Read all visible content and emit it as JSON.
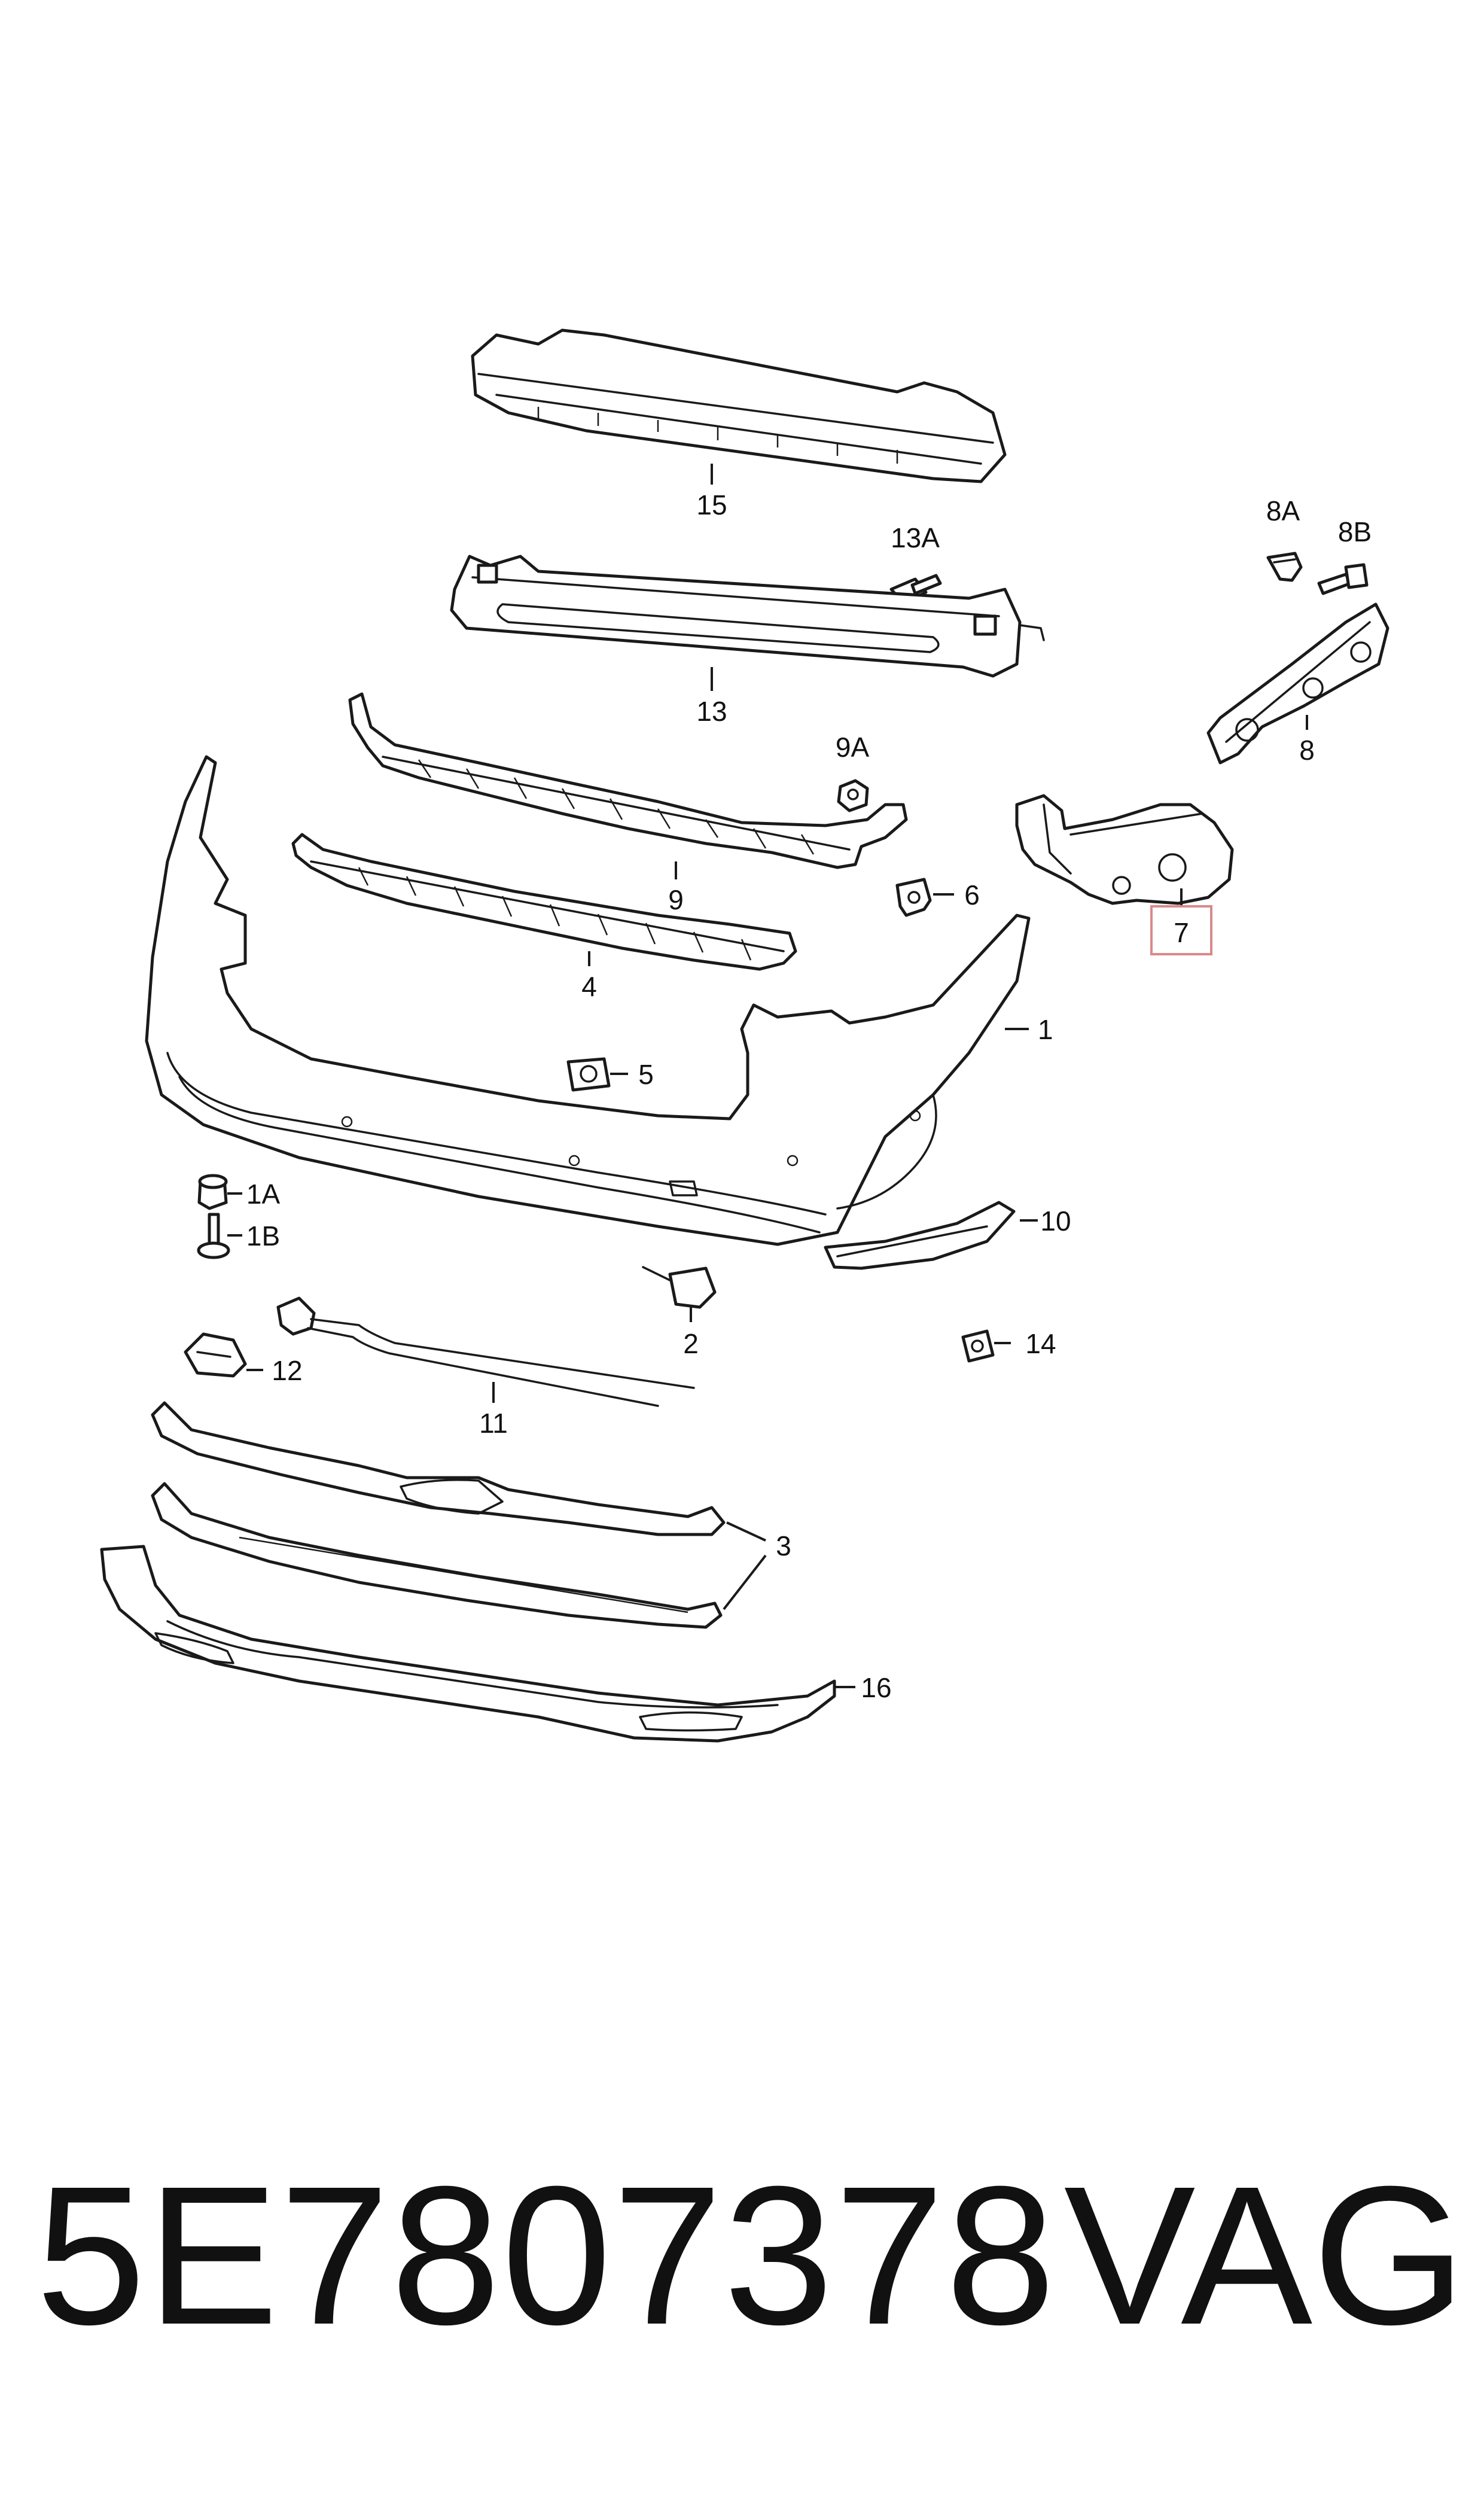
{
  "callouts": {
    "c15": "15",
    "c13A": "13A",
    "c13": "13",
    "c8A": "8A",
    "c8B": "8B",
    "c8": "8",
    "c9A": "9A",
    "c9": "9",
    "c7": "7",
    "c6": "6",
    "c4": "4",
    "c1": "1",
    "c5": "5",
    "c1A": "1A",
    "c1B": "1B",
    "c10": "10",
    "c2": "2",
    "c14": "14",
    "c12": "12",
    "c11": "11",
    "c3": "3",
    "c16": "16"
  },
  "highlighted_callout": "7",
  "highlight_color": "#d98a8a",
  "footer": {
    "part_number": "5E7807378",
    "brand": "VAG"
  }
}
